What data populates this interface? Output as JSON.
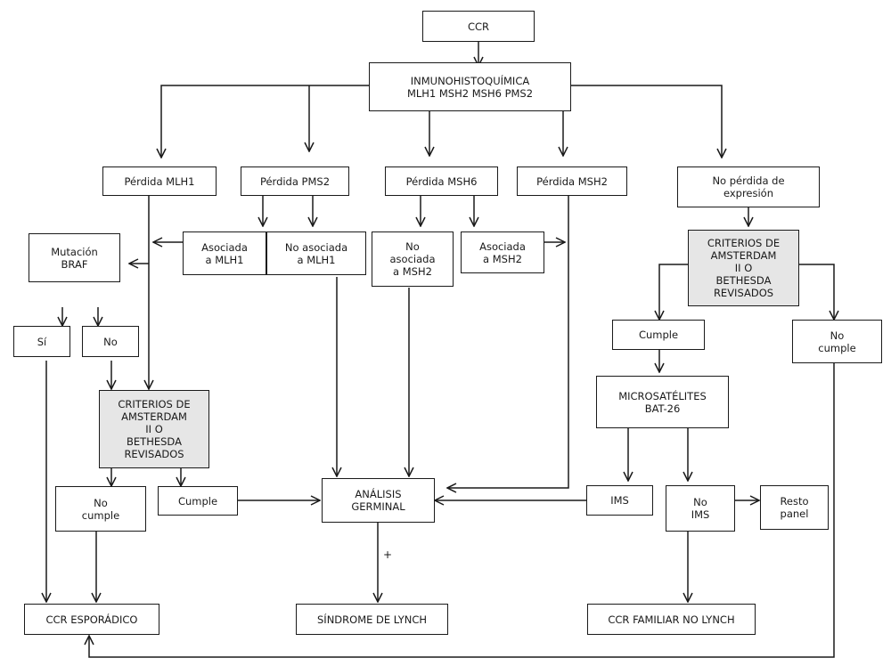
{
  "nodes": {
    "ccr": [
      "CCR"
    ],
    "ihq": [
      "INMUNOHISTOQUÍMICA",
      "MLH1 MSH2 MSH6 PMS2"
    ],
    "perdida_mlh1": [
      "Pérdida MLH1"
    ],
    "perdida_pms2": [
      "Pérdida PMS2"
    ],
    "perdida_msh6": [
      "Pérdida MSH6"
    ],
    "perdida_msh2": [
      "Pérdida MSH2"
    ],
    "no_perdida": [
      "No pérdida de",
      "expresión"
    ],
    "mutacion_braf": [
      "Mutación",
      "BRAF"
    ],
    "asociada_mlh1": [
      "Asociada",
      "a MLH1"
    ],
    "no_asociada_mlh1": [
      "No asociada",
      "a MLH1"
    ],
    "no_asociada_msh2": [
      "No",
      "asociada",
      "a MSH2"
    ],
    "asociada_msh2": [
      "Asociada",
      "a MSH2"
    ],
    "criterios_right": [
      "CRITERIOS DE",
      "AMSTERDAM",
      "II O",
      "BETHESDA",
      "REVISADOS"
    ],
    "si": [
      "Sí"
    ],
    "no": [
      "No"
    ],
    "cumple_right": [
      "Cumple"
    ],
    "no_cumple_right": [
      "No",
      "cumple"
    ],
    "microsatelites": [
      "MICROSATÉLITES",
      "BAT-26"
    ],
    "criterios_left": [
      "CRITERIOS DE",
      "AMSTERDAM",
      "II O",
      "BETHESDA",
      "REVISADOS"
    ],
    "no_cumple_left": [
      "No",
      "cumple"
    ],
    "cumple_left": [
      "Cumple"
    ],
    "analisis": [
      "ANÁLISIS",
      "GERMINAL"
    ],
    "ims": [
      "IMS"
    ],
    "no_ims": [
      "No",
      "IMS"
    ],
    "resto_panel": [
      "Resto",
      "panel"
    ],
    "ccr_esporadico": [
      "CCR ESPORÁDICO"
    ],
    "sindrome_lynch": [
      "SÍNDROME DE LYNCH"
    ],
    "ccr_familiar": [
      "CCR FAMILIAR NO LYNCH"
    ]
  },
  "edge_label_plus": "+"
}
